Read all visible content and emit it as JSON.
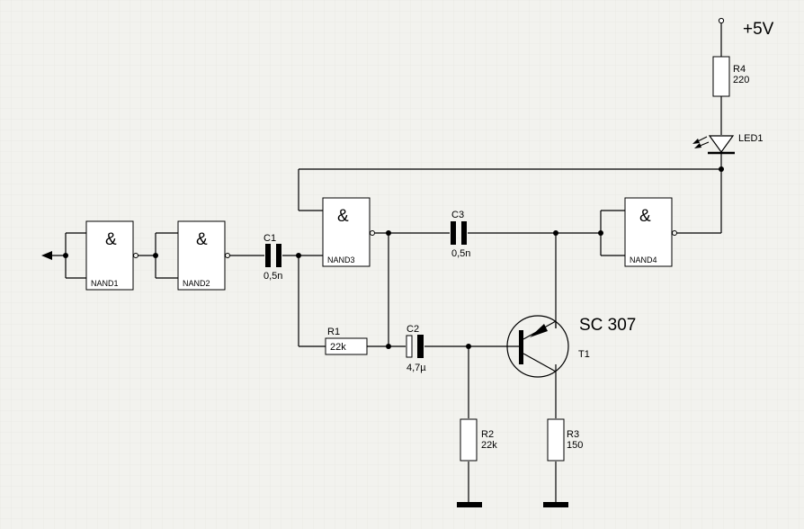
{
  "supply": {
    "label": "+5V"
  },
  "gates": [
    {
      "symbol": "&",
      "name": "NAND1"
    },
    {
      "symbol": "&",
      "name": "NAND2"
    },
    {
      "symbol": "&",
      "name": "NAND3"
    },
    {
      "symbol": "&",
      "name": "NAND4"
    }
  ],
  "capacitors": [
    {
      "ref": "C1",
      "value": "0,5n"
    },
    {
      "ref": "C2",
      "value": "4,7µ"
    },
    {
      "ref": "C3",
      "value": "0,5n"
    }
  ],
  "resistors": [
    {
      "ref": "R1",
      "value": "22k"
    },
    {
      "ref": "R2",
      "value": "22k"
    },
    {
      "ref": "R3",
      "value": "150"
    },
    {
      "ref": "R4",
      "value": "220"
    }
  ],
  "led": {
    "ref": "LED1"
  },
  "transistor": {
    "ref": "T1",
    "type": "SC 307"
  }
}
